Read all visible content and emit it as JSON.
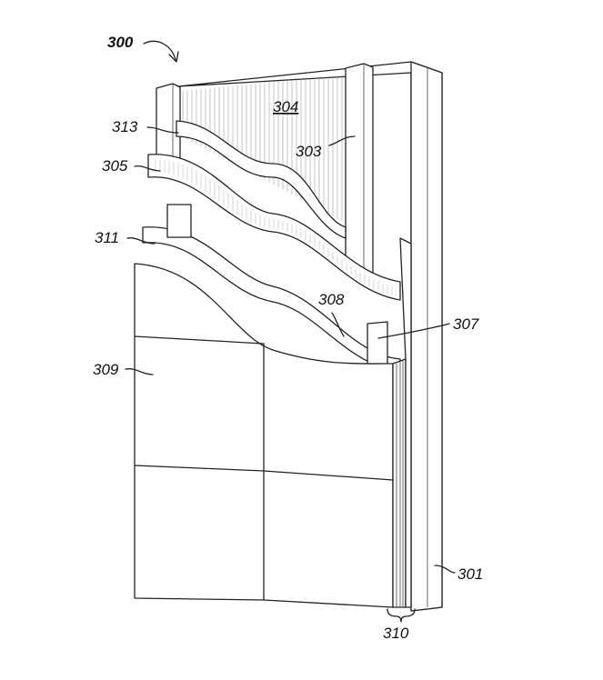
{
  "figure": {
    "reference": "300",
    "labels": {
      "l301": "301",
      "l303": "303",
      "l304": "304",
      "l305": "305",
      "l307": "307",
      "l308": "308",
      "l309": "309",
      "l310": "310",
      "l311": "311",
      "l313": "313"
    }
  }
}
